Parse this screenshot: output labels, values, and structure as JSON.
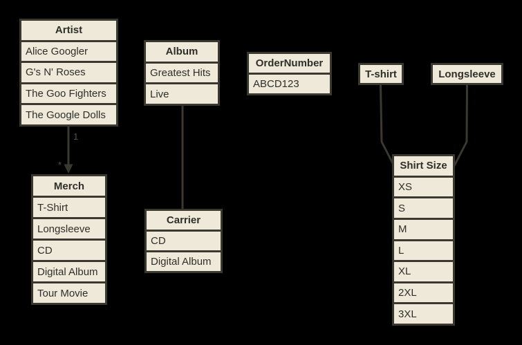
{
  "colors": {
    "background": "#000000",
    "shape_fill": "#eee9d8",
    "shape_border": "#3a382f",
    "shape_text": "#2f2e2a",
    "edge_stroke": "#3a382f",
    "edge_label_text": "#53514a"
  },
  "tables": {
    "artist": {
      "title": "Artist",
      "rows": [
        "Alice Googler",
        "G's N' Roses",
        "The Goo Fighters",
        "The Google Dolls"
      ]
    },
    "album": {
      "title": "Album",
      "rows": [
        "Greatest Hits",
        "Live"
      ]
    },
    "ordernumber": {
      "title": "OrderNumber",
      "rows": [
        "ABCD123"
      ]
    },
    "tshirt": {
      "title": "T-shirt",
      "rows": []
    },
    "longsleeve": {
      "title": "Longsleeve",
      "rows": []
    },
    "merch": {
      "title": "Merch",
      "rows": [
        "T-Shirt",
        "Longsleeve",
        "CD",
        "Digital Album",
        "Tour Movie"
      ]
    },
    "carrier": {
      "title": "Carrier",
      "rows": [
        "CD",
        "Digital Album"
      ]
    },
    "shirtsize": {
      "title": "Shirt Size",
      "rows": [
        "XS",
        "S",
        "M",
        "L",
        "XL",
        "2XL",
        "3XL"
      ]
    }
  },
  "edges": {
    "artist_merch": {
      "from": "Artist",
      "to": "Merch",
      "source_label": "1",
      "target_label": "*",
      "style": "arrow"
    },
    "album_carrier": {
      "from": "Album",
      "to": "Carrier",
      "style": "line"
    },
    "tshirt_shirtsize": {
      "from": "T-shirt",
      "to": "Shirt Size",
      "style": "line"
    },
    "longsleeve_shirtsize": {
      "from": "Longsleeve",
      "to": "Shirt Size",
      "style": "line"
    }
  }
}
